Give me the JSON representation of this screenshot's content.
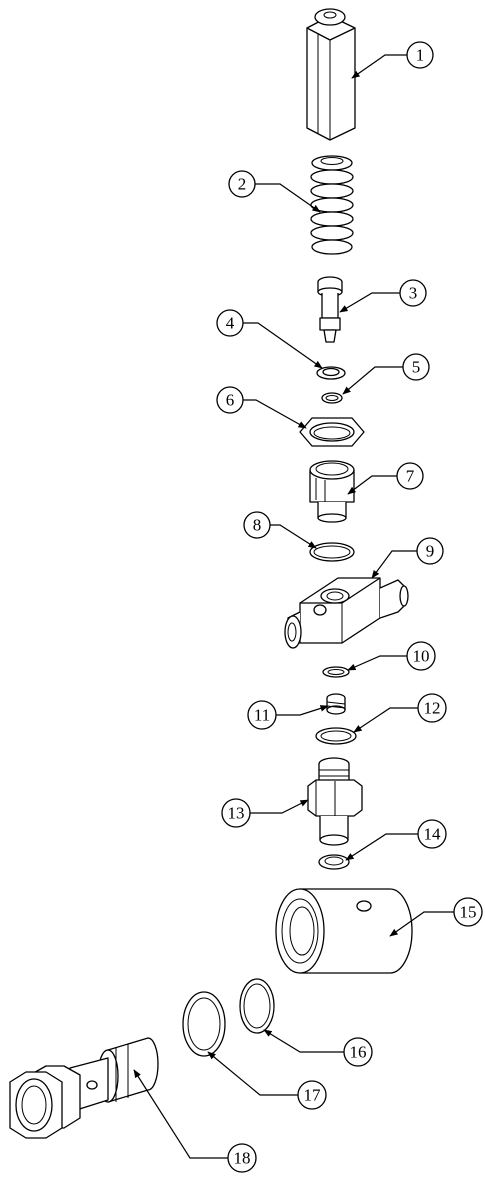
{
  "diagram": {
    "type": "exploded-assembly",
    "callouts": [
      {
        "id": "1",
        "label": "1"
      },
      {
        "id": "2",
        "label": "2"
      },
      {
        "id": "3",
        "label": "3"
      },
      {
        "id": "4",
        "label": "4"
      },
      {
        "id": "5",
        "label": "5"
      },
      {
        "id": "6",
        "label": "6"
      },
      {
        "id": "7",
        "label": "7"
      },
      {
        "id": "8",
        "label": "8"
      },
      {
        "id": "9",
        "label": "9"
      },
      {
        "id": "10",
        "label": "10"
      },
      {
        "id": "11",
        "label": "11"
      },
      {
        "id": "12",
        "label": "12"
      },
      {
        "id": "13",
        "label": "13"
      },
      {
        "id": "14",
        "label": "14"
      },
      {
        "id": "15",
        "label": "15"
      },
      {
        "id": "16",
        "label": "16"
      },
      {
        "id": "17",
        "label": "17"
      },
      {
        "id": "18",
        "label": "18"
      }
    ]
  }
}
